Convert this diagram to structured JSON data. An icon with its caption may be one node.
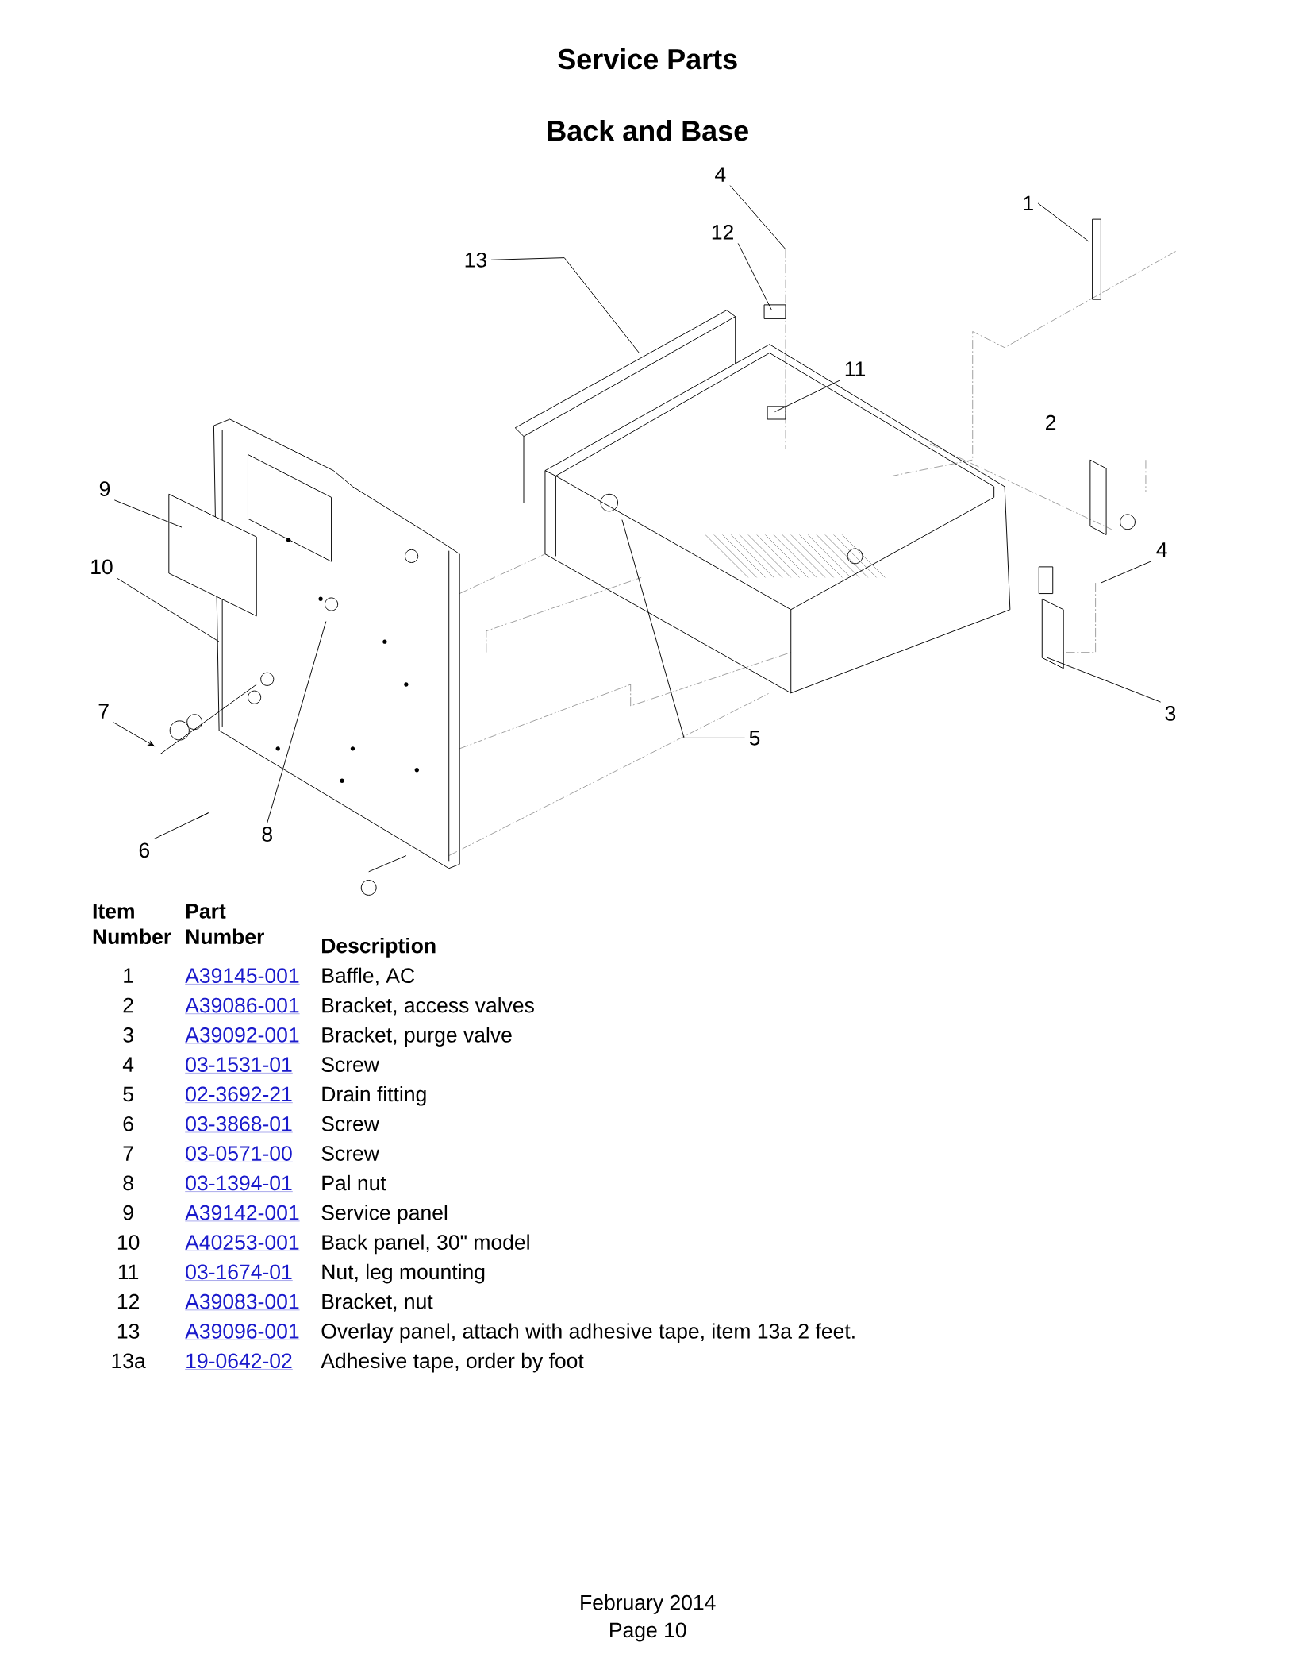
{
  "diagram": {
    "title": "Service Parts",
    "nodes": [
      {
        "text": [
          "4"
        ]
      },
      {
        "text": [
          "1"
        ]
      },
      {
        "text": [
          "12"
        ]
      },
      {
        "text": [
          "13"
        ]
      },
      {
        "text": [
          "11"
        ]
      },
      {
        "text": [
          "9"
        ]
      },
      {
        "text": [
          "4"
        ]
      },
      {
        "text": [
          "10"
        ]
      },
      {
        "text": [
          "7"
        ]
      },
      {
        "text": [
          "3"
        ]
      },
      {
        "text": [
          "5"
        ]
      },
      {
        "text": [
          "8"
        ]
      },
      {
        "text": [
          "6"
        ]
      }
    ],
    "edges": [
      {
        "from": 0,
        "to": null,
        "arrow": "none"
      },
      {
        "from": 1,
        "to": null,
        "arrow": "none"
      },
      {
        "from": 2,
        "to": null,
        "arrow": "none"
      },
      {
        "from": 3,
        "to": null,
        "arrow": "none"
      },
      {
        "from": 4,
        "to": null,
        "arrow": "none"
      },
      {
        "from": 5,
        "to": null,
        "arrow": "none"
      },
      {
        "from": 6,
        "to": null,
        "arrow": "none"
      },
      {
        "from": 7,
        "to": null,
        "arrow": "none"
      },
      {
        "from": 8,
        "to": null,
        "arrow": "to"
      },
      {
        "from": 9,
        "to": null,
        "arrow": "none"
      },
      {
        "from": 10,
        "to": null,
        "arrow": "none"
      },
      {
        "from": 11,
        "to": null,
        "arrow": "none"
      },
      {
        "from": 12,
        "to": null,
        "arrow": "none"
      }
    ],
    "labels": [
      "Back and Base",
      "2",
      "Item Number",
      "Part Number",
      "Description",
      "1",
      "A39145-001",
      "Baffle, AC",
      "2",
      "A39086-001",
      "Bracket, access valves",
      "3",
      "A39092-001",
      "Bracket, purge valve",
      "4",
      "03-1531-01",
      "Screw",
      "5",
      "02-3692-21",
      "Drain fitting",
      "6",
      "03-3868-01",
      "Screw",
      "7",
      "03-0571-00",
      "Screw",
      "8",
      "03-1394-01",
      "Pal nut",
      "9",
      "A39142-001",
      "Service panel",
      "10",
      "A40253-001",
      "Back panel, 30\" model",
      "11",
      "03-1674-01",
      "Nut, leg mounting",
      "12",
      "A39083-001",
      "Bracket, nut",
      "13",
      "A39096-001",
      "Overlay panel, attach with adhesive tape, item 13a 2 feet.",
      "13a",
      "19-0642-02",
      "Adhesive tape, order by foot",
      "February 2014",
      "Page 10"
    ]
  }
}
